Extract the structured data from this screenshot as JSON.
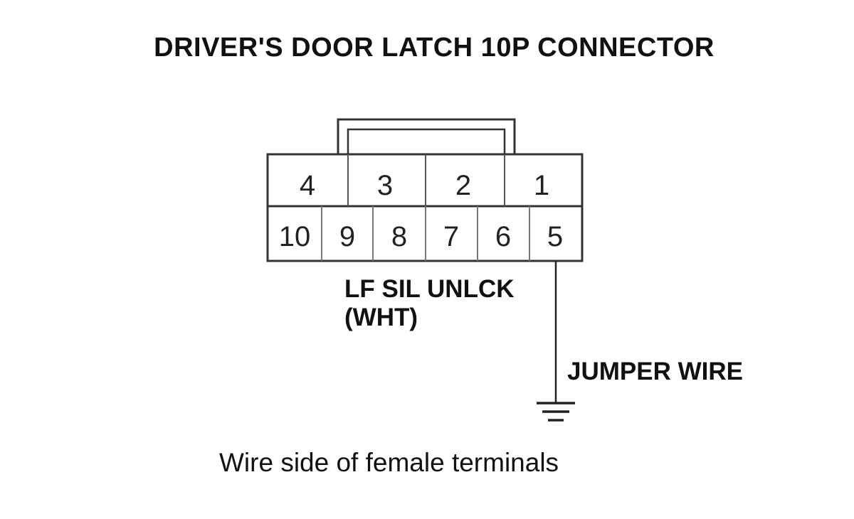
{
  "title": "DRIVER'S DOOR LATCH 10P CONNECTOR",
  "connector": {
    "top_row": [
      "4",
      "3",
      "2",
      "1"
    ],
    "bottom_row": [
      "10",
      "9",
      "8",
      "7",
      "6",
      "5"
    ]
  },
  "labels": {
    "wire_name": "LF SIL UNLCK",
    "wire_color": "(WHT)",
    "jumper": "JUMPER WIRE"
  },
  "caption": "Wire side of female terminals"
}
